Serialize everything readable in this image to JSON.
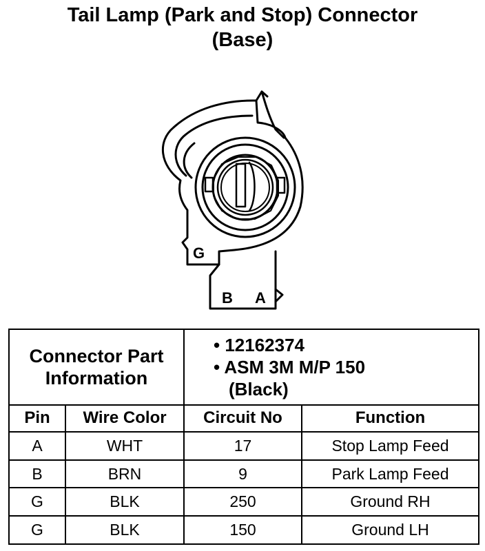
{
  "title": {
    "line1": "Tail Lamp (Park and Stop) Connector",
    "line2": "(Base)"
  },
  "diagram": {
    "pin_labels": [
      "G",
      "B",
      "A"
    ]
  },
  "connector_info": {
    "label_line1": "Connector Part",
    "label_line2": "Information",
    "bullets": [
      {
        "text": "• 12162374"
      },
      {
        "text": "• ASM 3M M/P 150"
      }
    ],
    "color_note": "(Black)"
  },
  "table": {
    "headers": [
      "Pin",
      "Wire Color",
      "Circuit No",
      "Function"
    ],
    "rows": [
      {
        "pin": "A",
        "wire": "WHT",
        "circuit": "17",
        "function": "Stop Lamp Feed"
      },
      {
        "pin": "B",
        "wire": "BRN",
        "circuit": "9",
        "function": "Park Lamp Feed"
      },
      {
        "pin": "G",
        "wire": "BLK",
        "circuit": "250",
        "function": "Ground RH"
      },
      {
        "pin": "G",
        "wire": "BLK",
        "circuit": "150",
        "function": "Ground LH"
      }
    ]
  }
}
